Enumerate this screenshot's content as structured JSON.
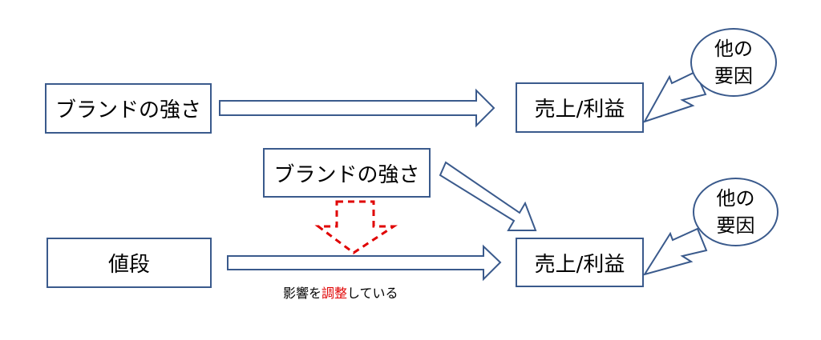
{
  "top_row": {
    "source_label": "ブランドの強さ",
    "target_label": "売上/利益",
    "other_factors": [
      "他の",
      "要因"
    ]
  },
  "bottom_row": {
    "brand_label": "ブランドの強さ",
    "price_label": "値段",
    "target_label": "売上/利益",
    "other_factors": [
      "他の",
      "要因"
    ],
    "caption_before": "影響を",
    "caption_highlight": "調整",
    "caption_after": "している"
  },
  "colors": {
    "outline": "#3a5a8c",
    "highlight": "#e00000",
    "dashed_arrow": "#e00000"
  }
}
